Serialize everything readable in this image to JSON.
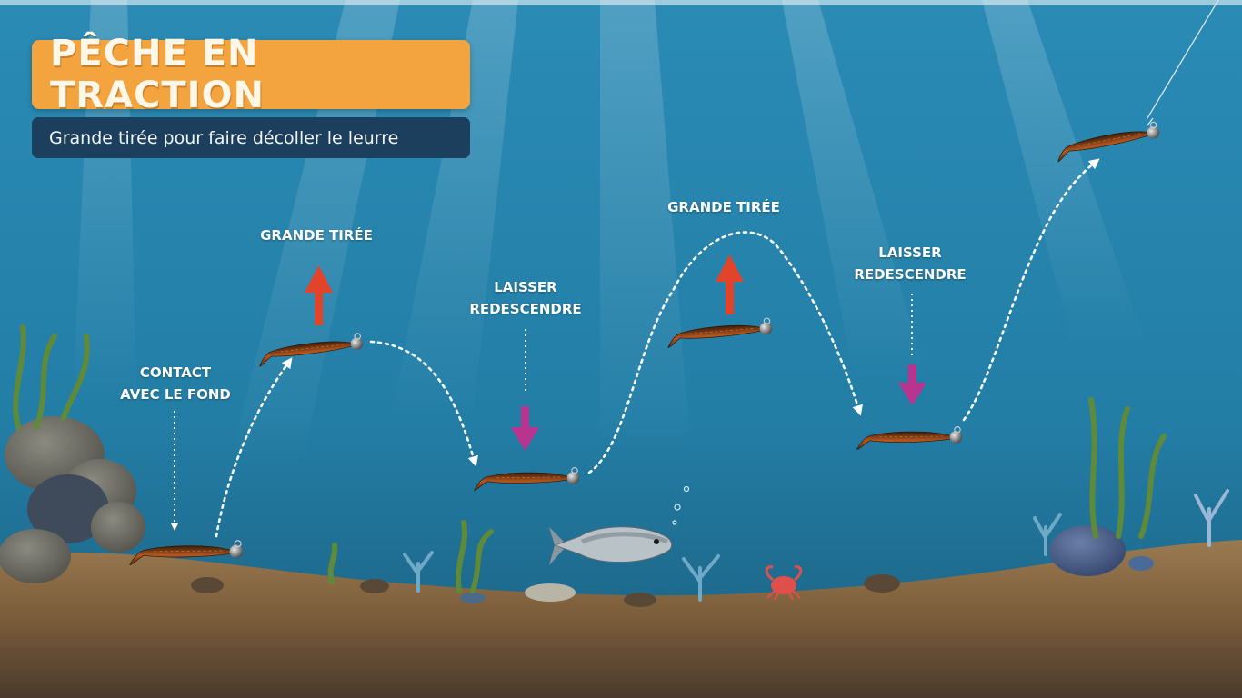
{
  "title": "PÊCHE EN TRACTION",
  "subtitle": "Grande tirée pour faire décoller le leurre",
  "labels": {
    "contact": [
      "CONTACT",
      "AVEC LE FOND"
    ],
    "pull1": "GRANDE TIRÉE",
    "drop1": [
      "LAISSER",
      "REDESCENDRE"
    ],
    "pull2": "GRANDE TIRÉE",
    "drop2": [
      "LAISSER",
      "REDESCENDRE"
    ]
  },
  "colors": {
    "title_bg": "#f3a43e",
    "subtitle_bg": "#1b3f5c",
    "pull_arrow": "#e2442a",
    "drop_arrow": "#b8348f",
    "water_top": "#2a8bb5",
    "water_bottom": "#1b5f80",
    "seabed": "#8a6a44"
  },
  "icons": [
    "jig-lure-icon",
    "fish-icon",
    "crab-icon",
    "seaweed-icon",
    "coral-icon",
    "rock-icon"
  ]
}
